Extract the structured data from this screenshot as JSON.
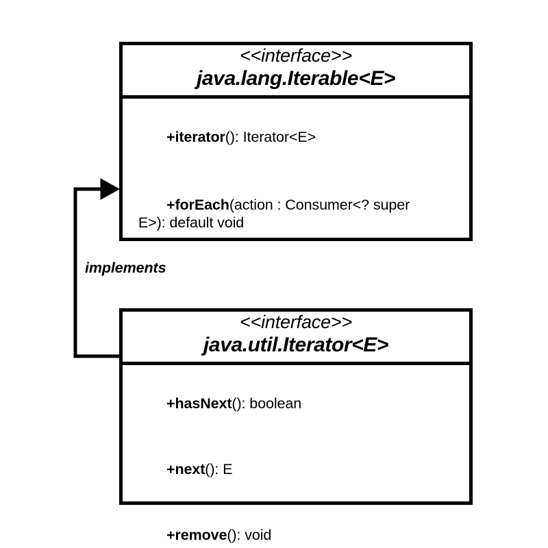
{
  "diagram": {
    "kind": "uml-class-diagram",
    "background_color": "#ffffff",
    "stroke_color": "#000000",
    "classes": [
      {
        "id": "iterable",
        "stereotype": "<<interface>>",
        "name": "java.lang.Iterable<E>",
        "members": [
          {
            "visibility": "+",
            "name": "iterator",
            "rest": "(): Iterator<E>"
          },
          {
            "visibility": "+",
            "name": "forEach",
            "rest": "(action : Consumer<? super\n E>): default void"
          }
        ]
      },
      {
        "id": "iterator",
        "stereotype": "<<interface>>",
        "name": "java.util.Iterator<E>",
        "members": [
          {
            "visibility": "+",
            "name": "hasNext",
            "rest": "(): boolean"
          },
          {
            "visibility": "+",
            "name": "next",
            "rest": "(): E"
          },
          {
            "visibility": "+",
            "name": "remove",
            "rest": "(): void"
          }
        ]
      }
    ],
    "relationships": [
      {
        "id": "implements-rel",
        "label": "implements",
        "from": "iterator",
        "to": "iterable",
        "arrow": "filled-triangle"
      }
    ]
  }
}
